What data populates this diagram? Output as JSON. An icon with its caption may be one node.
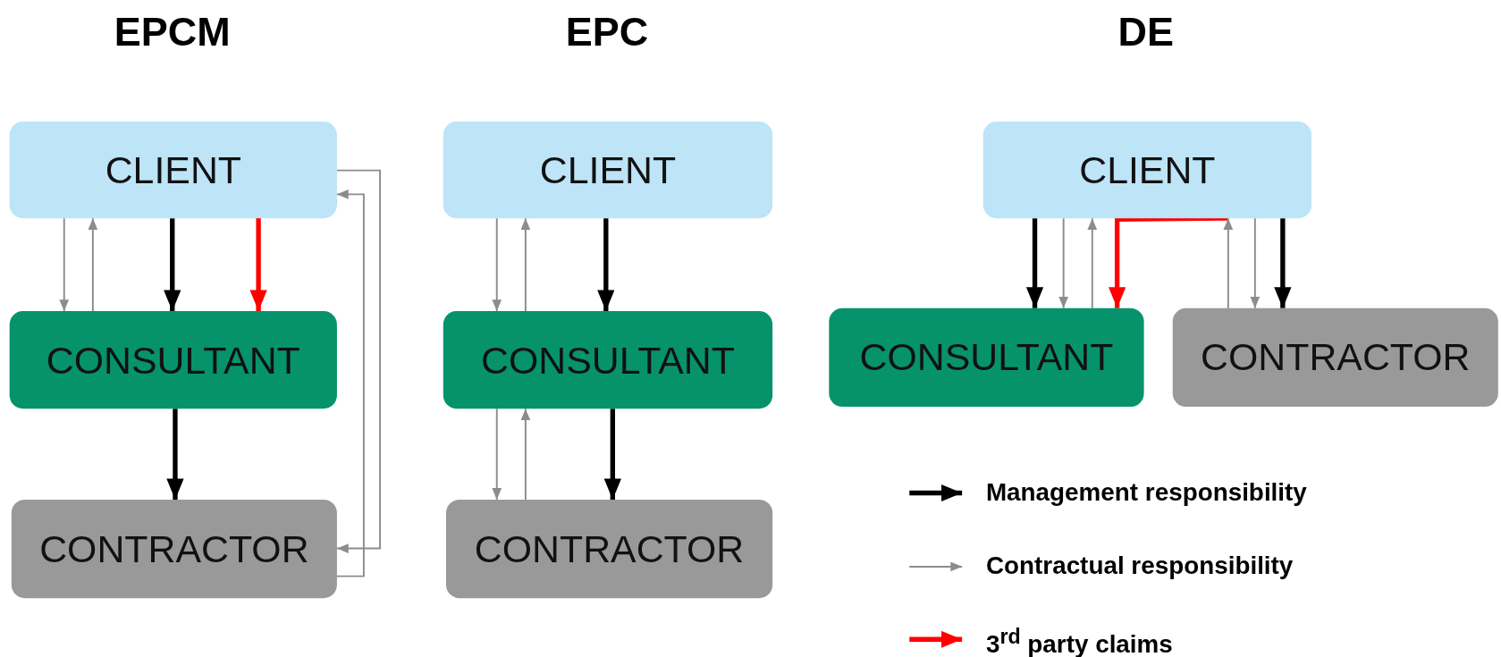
{
  "diagram": {
    "nodes": [
      {
        "text": [
          "CLIENT"
        ]
      },
      {
        "text": [
          "CONSULTANT"
        ]
      },
      {
        "text": [
          "CONTRACTOR"
        ]
      },
      {
        "text": [
          "CLIENT"
        ]
      },
      {
        "text": [
          "CONSULTANT"
        ]
      },
      {
        "text": [
          "CONTRACTOR"
        ]
      },
      {
        "text": [
          "CLIENT"
        ]
      },
      {
        "text": [
          "CONSULTANT"
        ]
      },
      {
        "text": [
          "CONTRACTOR"
        ]
      }
    ],
    "edges": [
      {
        "from": 0,
        "to": 1,
        "arrow": "to"
      },
      {
        "from": 1,
        "to": 0,
        "arrow": "to"
      },
      {
        "from": 0,
        "to": 1,
        "arrow": "to",
        "style": "thick",
        "color": "#000000"
      },
      {
        "from": 0,
        "to": 1,
        "arrow": "to",
        "style": "thick",
        "color": "#ff0000"
      },
      {
        "from": 0,
        "to": 2,
        "arrow": "to"
      },
      {
        "from": 2,
        "to": 0,
        "arrow": "to"
      },
      {
        "from": 1,
        "to": 2,
        "arrow": "to",
        "style": "thick",
        "color": "#000000"
      },
      {
        "from": 3,
        "to": 4,
        "arrow": "to"
      },
      {
        "from": 4,
        "to": 3,
        "arrow": "to"
      },
      {
        "from": 3,
        "to": 4,
        "arrow": "to",
        "style": "thick",
        "color": "#000000"
      },
      {
        "from": 4,
        "to": 5,
        "arrow": "to"
      },
      {
        "from": 5,
        "to": 4,
        "arrow": "to"
      },
      {
        "from": 4,
        "to": 5,
        "arrow": "to",
        "style": "thick",
        "color": "#000000"
      },
      {
        "from": 6,
        "to": 7,
        "arrow": "to",
        "style": "thick",
        "color": "#000000"
      },
      {
        "from": 6,
        "to": 7,
        "arrow": "to"
      },
      {
        "from": 7,
        "to": 6,
        "arrow": "to"
      },
      {
        "from": 6,
        "to": 7,
        "arrow": "to",
        "style": "thick",
        "color": "#ff0000"
      },
      {
        "from": 8,
        "to": 6,
        "arrow": "to"
      },
      {
        "from": 6,
        "to": 8,
        "arrow": "to"
      },
      {
        "from": 6,
        "to": 8,
        "arrow": "to",
        "style": "thick",
        "color": "#000000"
      }
    ],
    "labels": [
      "EPCM",
      "EPC",
      "DE"
    ],
    "legend": [
      {
        "text": "Management responsibility"
      },
      {
        "text": "Contractual responsibility"
      },
      {
        "text": "3$^{rd}$ party claims"
      }
    ]
  }
}
